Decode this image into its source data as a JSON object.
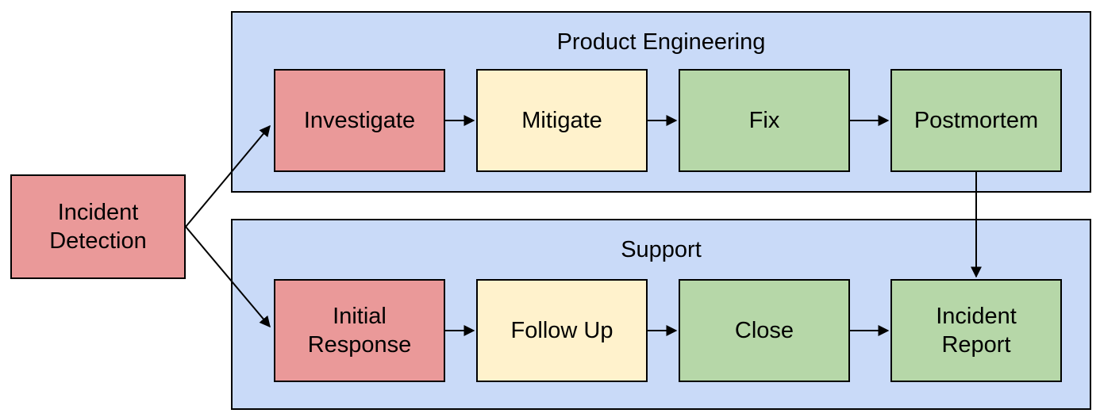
{
  "diagram": {
    "type": "flowchart",
    "start": {
      "id": "incident-detection",
      "label": "Incident\nDetection",
      "fill": "#ea9999"
    },
    "lanes": [
      {
        "title": "Product Engineering",
        "fill": "#c9daf8",
        "nodes": [
          {
            "id": "investigate",
            "label": "Investigate",
            "fill": "#ea9999"
          },
          {
            "id": "mitigate",
            "label": "Mitigate",
            "fill": "#fff2cc"
          },
          {
            "id": "fix",
            "label": "Fix",
            "fill": "#b6d7a8"
          },
          {
            "id": "postmortem",
            "label": "Postmortem",
            "fill": "#b6d7a8"
          }
        ]
      },
      {
        "title": "Support",
        "fill": "#c9daf8",
        "nodes": [
          {
            "id": "initial-response",
            "label": "Initial\nResponse",
            "fill": "#ea9999"
          },
          {
            "id": "follow-up",
            "label": "Follow Up",
            "fill": "#fff2cc"
          },
          {
            "id": "close",
            "label": "Close",
            "fill": "#b6d7a8"
          },
          {
            "id": "incident-report",
            "label": "Incident\nReport",
            "fill": "#b6d7a8"
          }
        ]
      }
    ],
    "edges": [
      {
        "from": "incident-detection",
        "to": "investigate"
      },
      {
        "from": "incident-detection",
        "to": "initial-response"
      },
      {
        "from": "investigate",
        "to": "mitigate"
      },
      {
        "from": "mitigate",
        "to": "fix"
      },
      {
        "from": "fix",
        "to": "postmortem"
      },
      {
        "from": "postmortem",
        "to": "incident-report"
      },
      {
        "from": "initial-response",
        "to": "follow-up"
      },
      {
        "from": "follow-up",
        "to": "close"
      },
      {
        "from": "close",
        "to": "incident-report"
      }
    ],
    "colors": {
      "node_red": "#ea9999",
      "node_yellow": "#fff2cc",
      "node_green": "#b6d7a8",
      "lane_blue": "#c9daf8",
      "border": "#000000",
      "arrow": "#000000",
      "text": "#000000",
      "background": "#ffffff"
    }
  }
}
